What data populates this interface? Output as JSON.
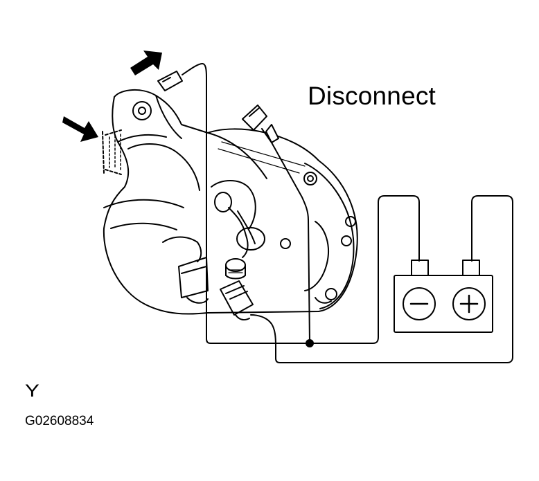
{
  "labels": {
    "instruction": "Disconnect",
    "view_mark": "Y",
    "figure_code": "G02608834"
  },
  "battery": {
    "negative_symbol": "−",
    "positive_symbol": "+"
  },
  "colors": {
    "line": "#000000",
    "background": "#ffffff"
  }
}
